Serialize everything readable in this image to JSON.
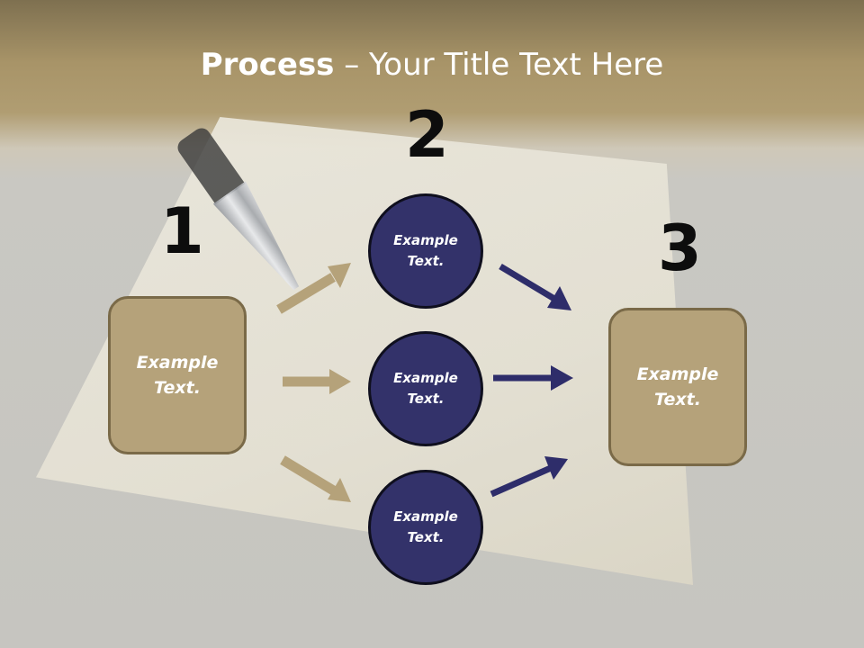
{
  "title": {
    "bold": "Process",
    "rest": " – Your Title Text Here"
  },
  "steps": [
    {
      "number": "1",
      "line1": "Example",
      "line2": "Text."
    },
    {
      "number": "2"
    },
    {
      "number": "3",
      "line1": "Example",
      "line2": "Text."
    }
  ],
  "circles": [
    {
      "line1": "Example",
      "line2": "Text."
    },
    {
      "line1": "Example",
      "line2": "Text."
    },
    {
      "line1": "Example",
      "line2": "Text."
    }
  ],
  "colors": {
    "tan": "#b5a27a",
    "tan_border": "#7a6a48",
    "navy": "#33326a",
    "arrow_tan": "#b5a27a",
    "arrow_navy": "#2e2d6a"
  }
}
